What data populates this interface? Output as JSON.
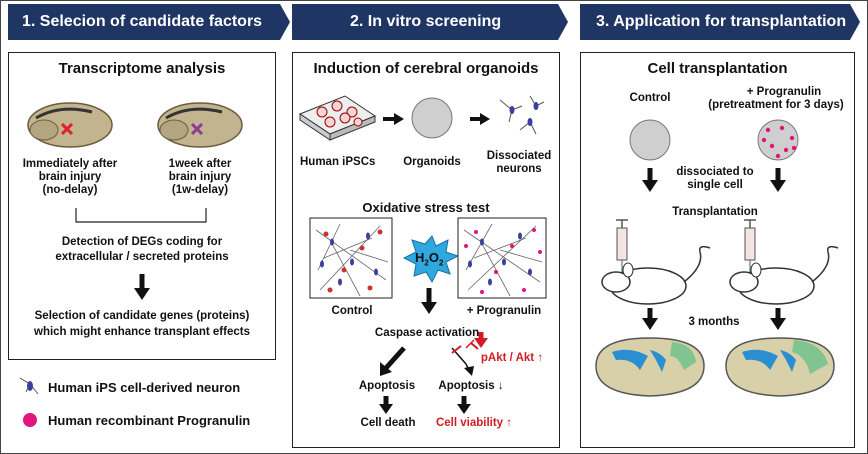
{
  "banners": {
    "step1": "1. Selecion of candidate factors",
    "step2": "2. In vitro screening",
    "step3": "3. Application for transplantation"
  },
  "panel1": {
    "heading": "Transcriptome analysis",
    "left_caption_1": "Immediately after",
    "left_caption_2": "brain injury",
    "left_caption_3": "(no-delay)",
    "right_caption_1": "1week after",
    "right_caption_2": "brain injury",
    "right_caption_3": "(1w-delay)",
    "deg_1": "Detection of DEGs coding for",
    "deg_2": "extracellular / secreted proteins",
    "sel_1": "Selection of candidate genes (proteins)",
    "sel_2": "which might enhance transplant effects"
  },
  "legend": {
    "neuron": "Human iPS cell-derived neuron",
    "progranulin": "Human recombinant Progranulin"
  },
  "panel2": {
    "heading": "Induction of cerebral organoids",
    "ipsc": "Human iPSCs",
    "organoids": "Organoids",
    "dissoc_1": "Dissociated",
    "dissoc_2": "neurons",
    "stress_heading": "Oxidative stress test",
    "h2o2_main": "H",
    "h2o2_sub1": "2",
    "h2o2_o": "O",
    "h2o2_sub2": "2",
    "control": "Control",
    "plus_progranulin": "+ Progranulin",
    "caspase": "Caspase activation",
    "pakt": "pAkt / Akt ↑",
    "apoptosis_left": "Apoptosis",
    "apoptosis_right": "Apoptosis ↓",
    "cell_death": "Cell death",
    "cell_viability": "Cell viability ↑"
  },
  "panel3": {
    "heading": "Cell transplantation",
    "control": "Control",
    "pg_1": "+ Progranulin",
    "pg_2": "(pretreatment for 3 days)",
    "dissoc_1": "dissociated to",
    "dissoc_2": "single cell",
    "transplantation": "Transplantation",
    "months": "3 months"
  },
  "colors": {
    "banner": "#1f3564",
    "brain": "#c2b48e",
    "cross_red": "#e0202a",
    "cross_purple": "#8e3a96",
    "progranulin": "#e0157d",
    "text_red": "#d01c24",
    "h2o2": "#2fa8e0",
    "graft": "#77c28e",
    "ventricle": "#2a8fd0"
  }
}
